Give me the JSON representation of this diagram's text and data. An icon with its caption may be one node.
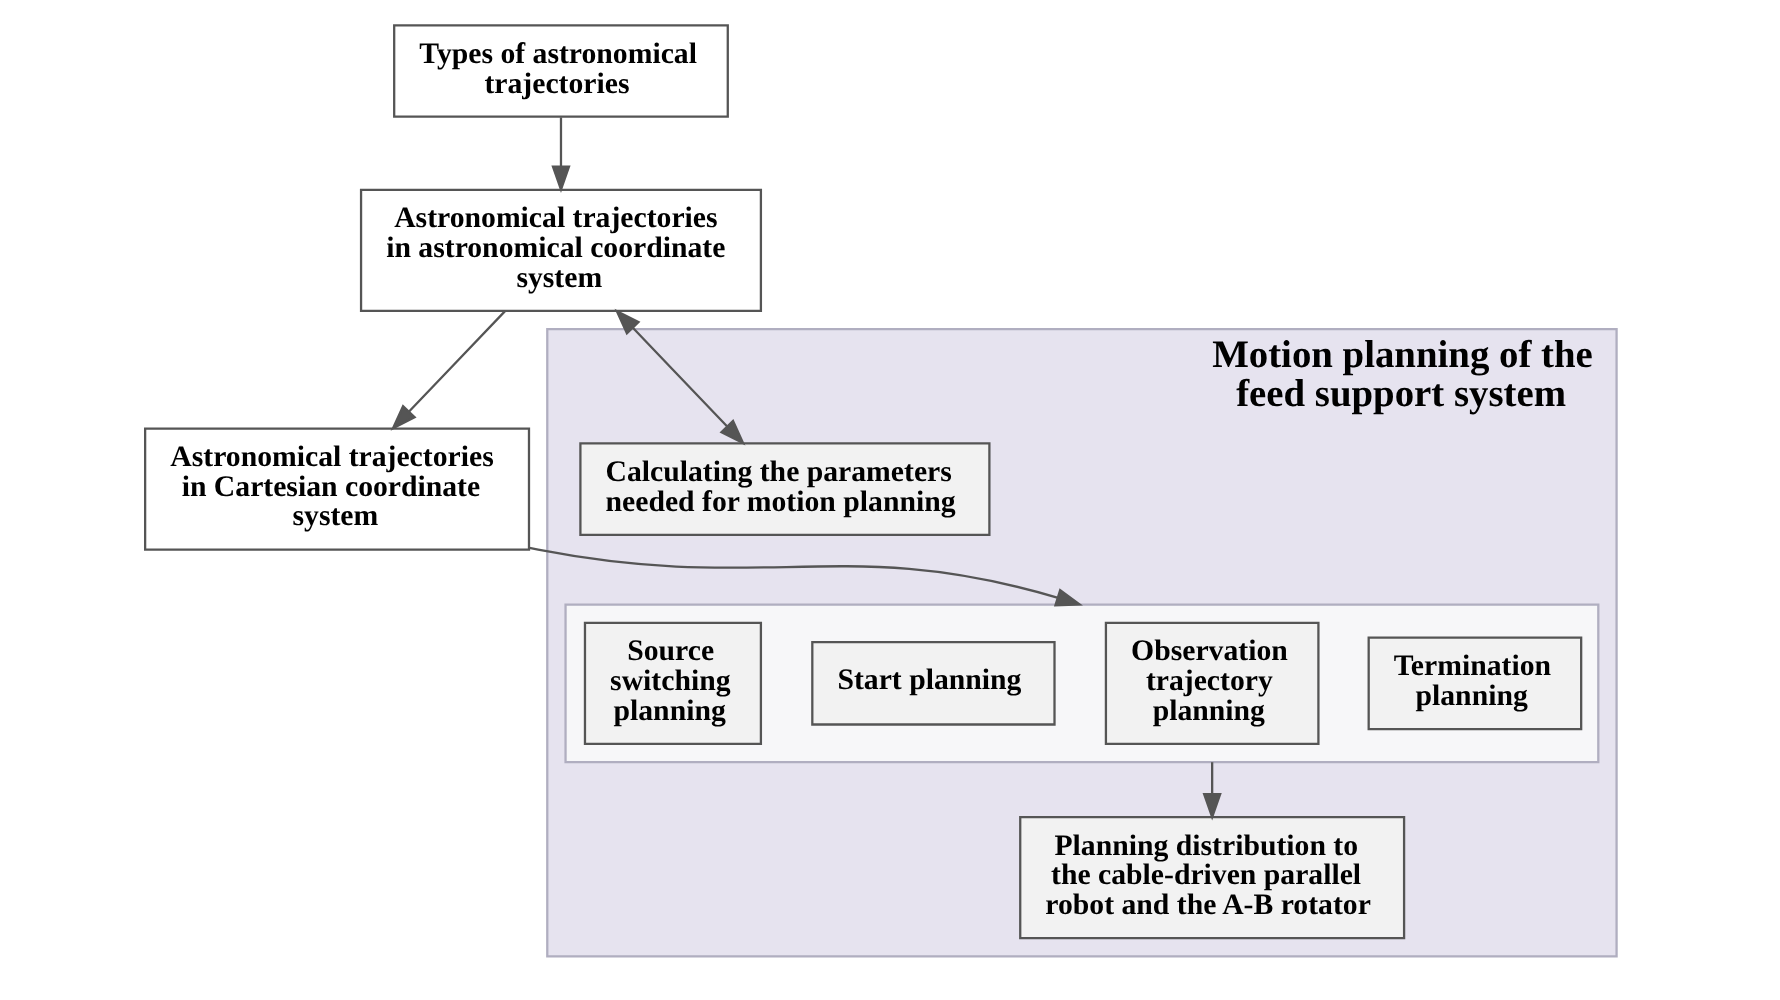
{
  "diagram": {
    "nodes": [
      {
        "text": [
          "Types of astronomical trajectories"
        ]
      },
      {
        "text": [
          "Astronomical trajectories in astronomical coordinate system"
        ]
      },
      {
        "text": [
          "Astronomical trajectories in Cartesian coordinate system"
        ]
      },
      {
        "text": [
          "Motion planning of the feed support system"
        ]
      },
      {
        "text": [
          "Calculating the parameters needed for motion planning"
        ],
        "in": 3
      },
      {
        "text": [],
        "shape": "box",
        "in": 3
      },
      {
        "text": [
          "Source switching planning"
        ],
        "in": 5
      },
      {
        "text": [
          "Start planning"
        ],
        "in": 5
      },
      {
        "text": [
          "Observation trajectory planning"
        ],
        "in": 5
      },
      {
        "text": [
          "Termination planning"
        ],
        "in": 5
      },
      {
        "text": [
          "Planning distribution to the cable-driven parallel robot and the A-B rotator"
        ],
        "in": 3
      }
    ],
    "edges": [
      {
        "from": 0,
        "to": 1,
        "arrow": "to"
      },
      {
        "from": 1,
        "to": 4,
        "arrow": "both"
      },
      {
        "from": 1,
        "to": 2,
        "arrow": "to"
      },
      {
        "from": 2,
        "to": 5,
        "arrow": "to"
      },
      {
        "from": 5,
        "to": 10,
        "arrow": "to"
      }
    ]
  }
}
